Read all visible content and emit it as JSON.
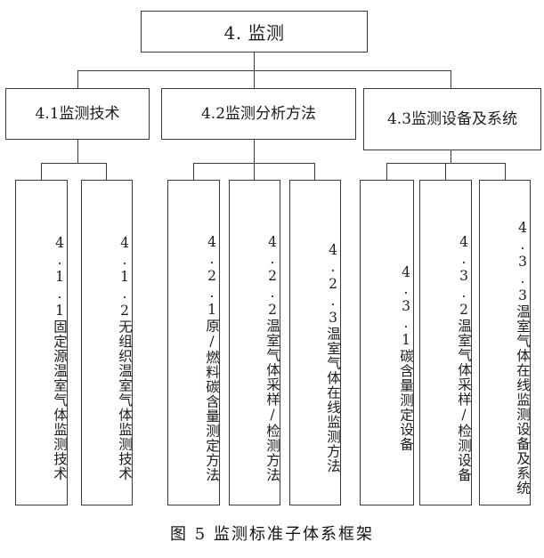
{
  "figure": {
    "caption": "图 5 监测标准子体系框架",
    "root": {
      "label": "4. 监测"
    },
    "level2": [
      {
        "id": "4.1",
        "label": "4.1监测技术"
      },
      {
        "id": "4.2",
        "label": "4.2监测分析方法"
      },
      {
        "id": "4.3",
        "label": "4.3监测设备及系统"
      }
    ],
    "level3": [
      {
        "id": "4.1.1",
        "parent": "4.1",
        "label": "4.1.1固定源温室气体监测技术"
      },
      {
        "id": "4.1.2",
        "parent": "4.1",
        "label": "4.1.2无组织温室气体监测技术"
      },
      {
        "id": "4.2.1",
        "parent": "4.2",
        "label": "4.2.1原/燃料碳含量测定方法"
      },
      {
        "id": "4.2.2",
        "parent": "4.2",
        "label": "4.2.2温室气体采样/检测方法"
      },
      {
        "id": "4.2.3",
        "parent": "4.2",
        "label": "4.2.3温室气体在线监测方法"
      },
      {
        "id": "4.3.1",
        "parent": "4.3",
        "label": "4.3.1碳含量测定设备"
      },
      {
        "id": "4.3.2",
        "parent": "4.3",
        "label": "4.3.2温室气体采样/检测设备"
      },
      {
        "id": "4.3.3",
        "parent": "4.3",
        "label": "4.3.3温室气体在线监测设备及系统"
      }
    ],
    "colors": {
      "line": "#3a3a3a",
      "text": "#1c1c1c",
      "background": "#ffffff"
    }
  }
}
